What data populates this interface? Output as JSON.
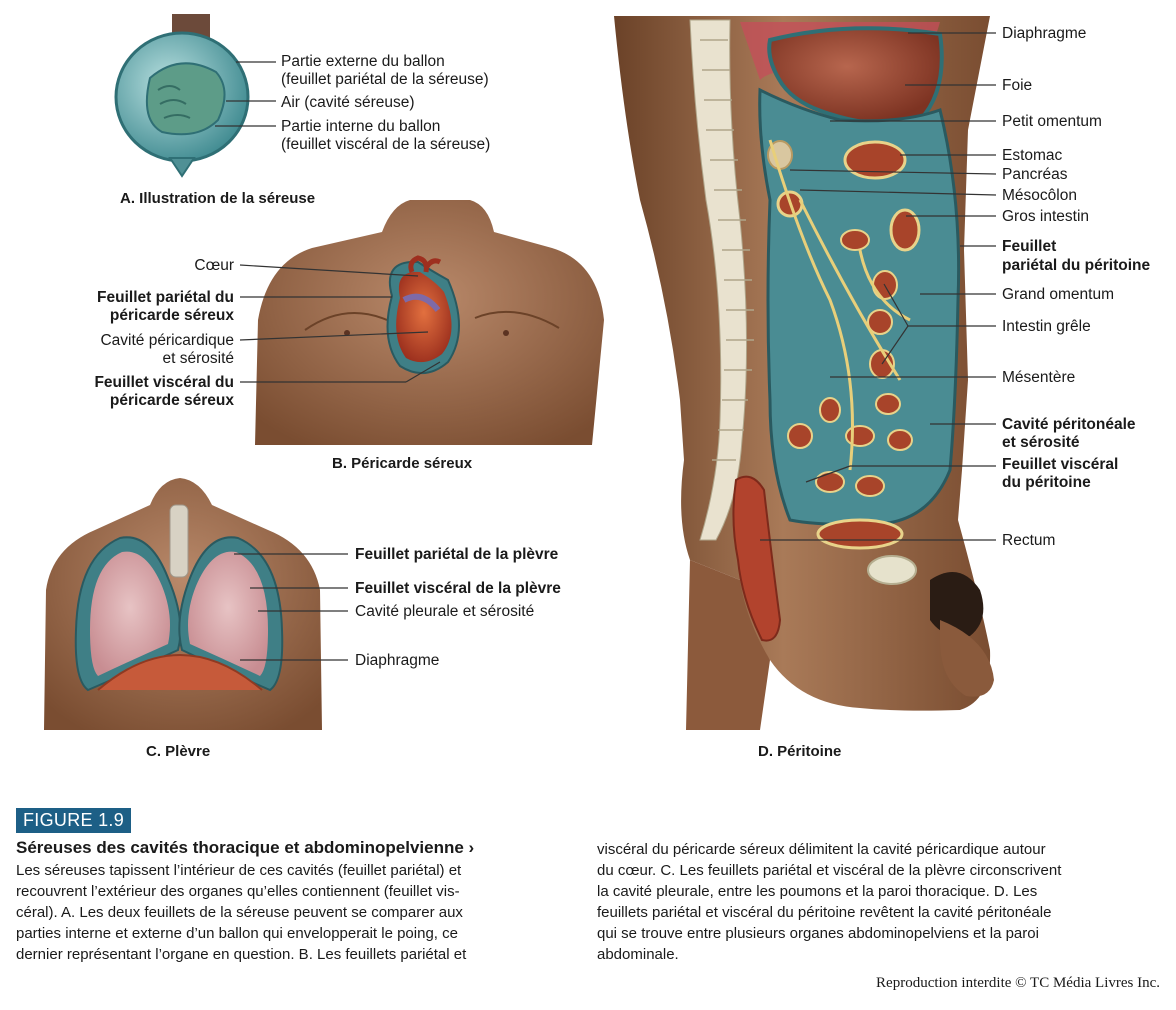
{
  "colors": {
    "serous": "#4a8c93",
    "serous_light": "#a8d3d6",
    "skin": "#a27152",
    "skin_dark": "#6b4228",
    "organ_red": "#a8442a",
    "leader": "#333333",
    "figure_badge": "#1d5f86"
  },
  "panelA": {
    "caption": "A. Illustration de la séreuse",
    "labels": [
      "Partie externe du ballon",
      "(feuillet pariétal de la séreuse)",
      "Air (cavité séreuse)",
      "Partie interne du ballon",
      "(feuillet viscéral de la séreuse)"
    ]
  },
  "panelB": {
    "caption": "B. Péricarde séreux",
    "labels": {
      "coeur": "Cœur",
      "parietal_1": "Feuillet pariétal du",
      "parietal_2": "péricarde séreux",
      "cavite_1": "Cavité péricardique",
      "cavite_2": "et sérosité",
      "visceral_1": "Feuillet viscéral du",
      "visceral_2": "péricarde séreux"
    }
  },
  "panelC": {
    "caption": "C. Plèvre",
    "labels": {
      "parietal": "Feuillet pariétal de la plèvre",
      "visceral": "Feuillet viscéral de la plèvre",
      "cavite": "Cavité pleurale et sérosité",
      "diaphragme": "Diaphragme"
    }
  },
  "panelD": {
    "caption": "D. Péritoine",
    "labels": {
      "diaphragme": "Diaphragme",
      "foie": "Foie",
      "petit_omentum": "Petit omentum",
      "estomac": "Estomac",
      "pancreas": "Pancréas",
      "mesocolon": "Mésocôlon",
      "gros_intestin": "Gros intestin",
      "feuillet_parietal_1": "Feuillet",
      "feuillet_parietal_2": "pariétal du péritoine",
      "grand_omentum": "Grand omentum",
      "intestin_grele": "Intestin grêle",
      "mesentere": "Mésentère",
      "cavite_1": "Cavité péritonéale",
      "cavite_2": "et sérosité",
      "visceral_1": "Feuillet viscéral",
      "visceral_2": "du péritoine",
      "rectum": "Rectum"
    }
  },
  "figure": {
    "number": "FIGURE 1.9",
    "title": "Séreuses des cavités thoracique et abdominopelvienne ›",
    "col1": [
      "Les séreuses tapissent l’intérieur de ces cavités (feuillet pariétal) et",
      "recouvrent l’extérieur des organes qu’elles contiennent (feuillet vis-",
      "céral). A. Les deux feuillets de la séreuse peuvent se comparer aux",
      "parties interne et externe d’un ballon qui envelopperait le poing, ce",
      "dernier représentant l’organe en question. B. Les feuillets pariétal et"
    ],
    "col2": [
      "viscéral du péricarde séreux délimitent la cavité péricardique autour",
      "du cœur. C. Les feuillets pariétal et viscéral de la plèvre circonscrivent",
      "la cavité pleurale, entre les poumons et la paroi thoracique. D. Les",
      "feuillets pariétal et viscéral du péritoine revêtent la cavité péritonéale",
      "qui se trouve entre plusieurs organes abdominopelviens et la paroi",
      "abdominale."
    ],
    "credit": "Reproduction interdite © TC Média Livres Inc."
  }
}
